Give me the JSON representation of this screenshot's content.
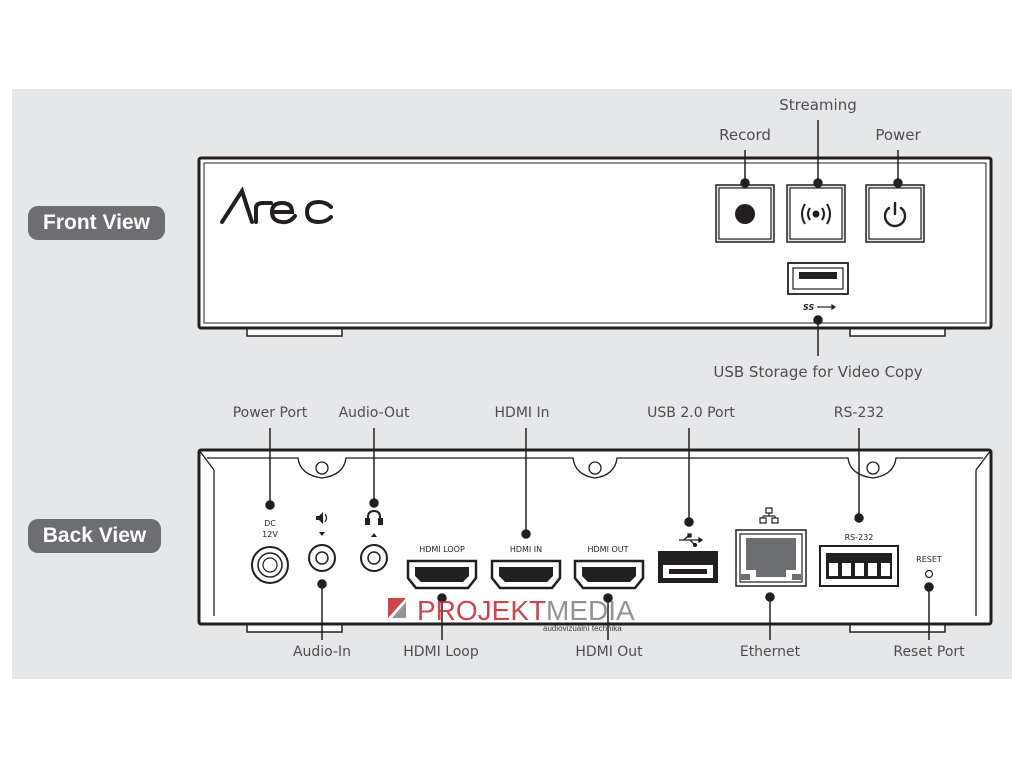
{
  "views": {
    "front": "Front View",
    "back": "Back View"
  },
  "brand": {
    "logo_text": "Arec"
  },
  "front_callouts": {
    "record": "Record",
    "streaming": "Streaming",
    "power": "Power",
    "usb_storage": "USB Storage for Video Copy"
  },
  "back_callouts": {
    "power_port": "Power Port",
    "audio_out": "Audio-Out",
    "hdmi_in": "HDMI In",
    "usb2_port": "USB 2.0 Port",
    "rs232": "RS-232",
    "audio_in": "Audio-In",
    "hdmi_loop": "HDMI Loop",
    "hdmi_out": "HDMI Out",
    "ethernet": "Ethernet",
    "reset_port": "Reset Port"
  },
  "panel_text": {
    "dc": "DC",
    "dc_voltage": "12V",
    "hdmi_loop": "HDMI LOOP",
    "hdmi_in": "HDMI IN",
    "hdmi_out": "HDMI OUT",
    "rs232": "RS-232",
    "reset": "RESET",
    "usb_ss": "SS"
  },
  "watermark": {
    "name_a": "PROJEKT",
    "name_b": "MEDIA",
    "tagline": "audiovizuální technika"
  },
  "colors": {
    "panel_bg": "#e6e7e8",
    "pill_bg": "#6d6e71",
    "line": "#231f20",
    "watermark_red": "#c1272d",
    "watermark_gray": "#7f8184"
  }
}
